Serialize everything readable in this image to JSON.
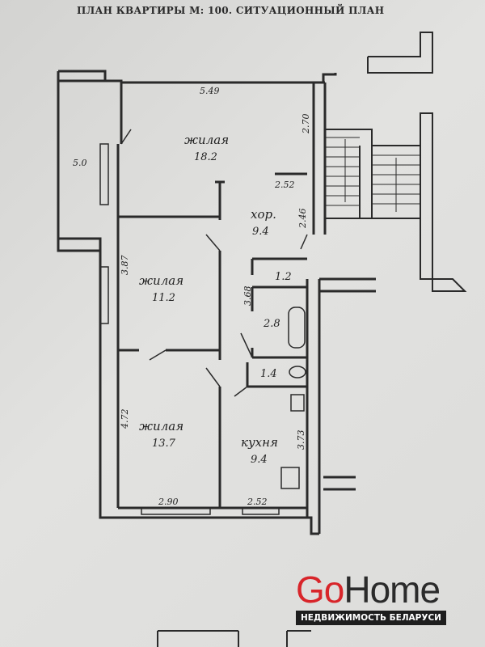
{
  "title": "ПЛАН КВАРТИРЫ М: 100. СИТУАЦИОННЫЙ ПЛАН",
  "rooms": [
    {
      "name": "жилая",
      "area": "18.2"
    },
    {
      "name": "хор.",
      "area": "9.4"
    },
    {
      "name": "жилая",
      "area": "11.2"
    },
    {
      "name": "жилая",
      "area": "13.7"
    },
    {
      "name": "кухня",
      "area": "9.4"
    }
  ],
  "small_areas": [
    "1.2",
    "2.8",
    "1.4"
  ],
  "dimensions": {
    "top": "5.49",
    "right_top": "2.70",
    "left_top": "5.0",
    "corridor_w": "2.52",
    "corridor_h": "2.46",
    "mid_left": "3.87",
    "bath_h": "3.68",
    "bottom_left_h": "4.72",
    "kitchen_h": "3.73",
    "bottom_left_w": "2.90",
    "bottom_right_w": "2.52"
  },
  "logo": {
    "go": "Go",
    "home": "Home",
    "tagline": "НЕДВИЖИМОСТЬ БЕЛАРУСИ"
  }
}
